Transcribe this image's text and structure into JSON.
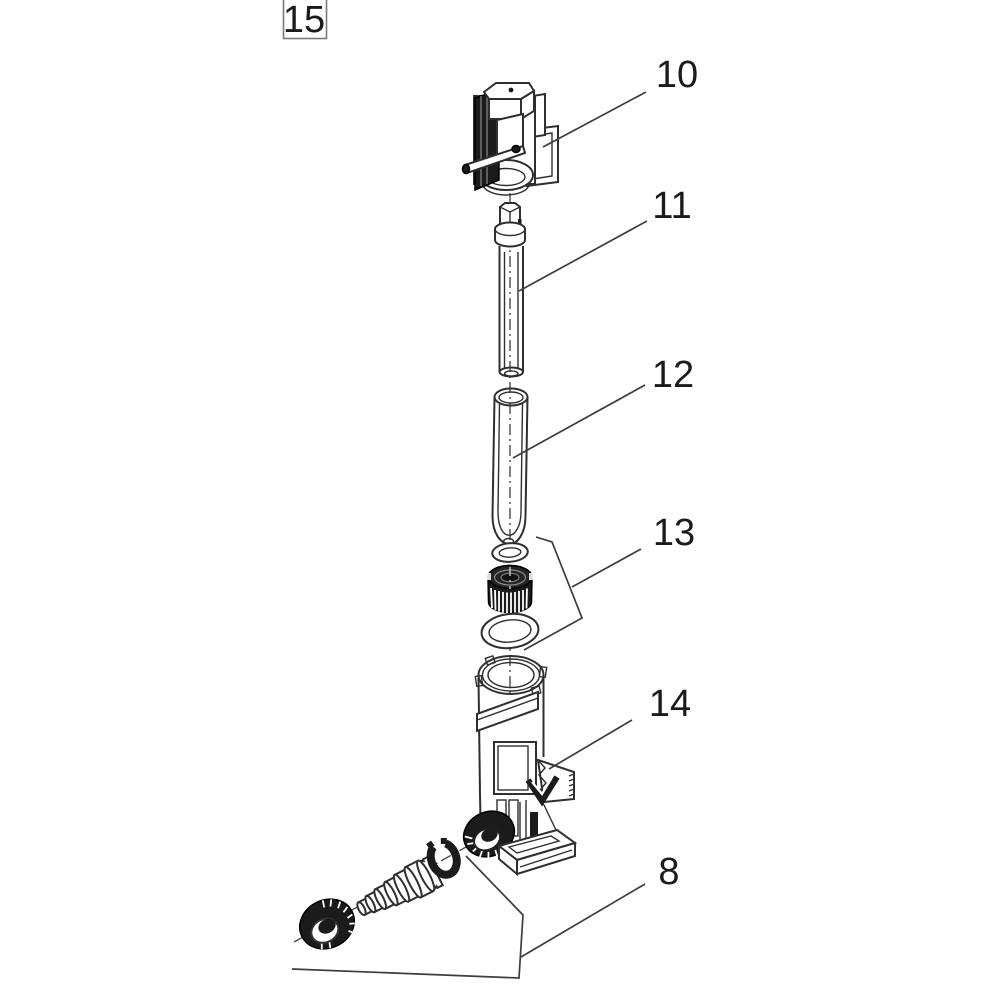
{
  "figure": {
    "number": "15"
  },
  "callouts": {
    "c10": "10",
    "c11": "11",
    "c12": "12",
    "c13": "13",
    "c14": "14",
    "c8": "8"
  },
  "colors": {
    "background": "#ffffff",
    "line": "#2f2f2f",
    "dark_fill": "#1b1b1b",
    "label_text": "#1b1b1b",
    "figure_box_border": "#7a7a7a",
    "centerline": "#4a4a4a"
  }
}
